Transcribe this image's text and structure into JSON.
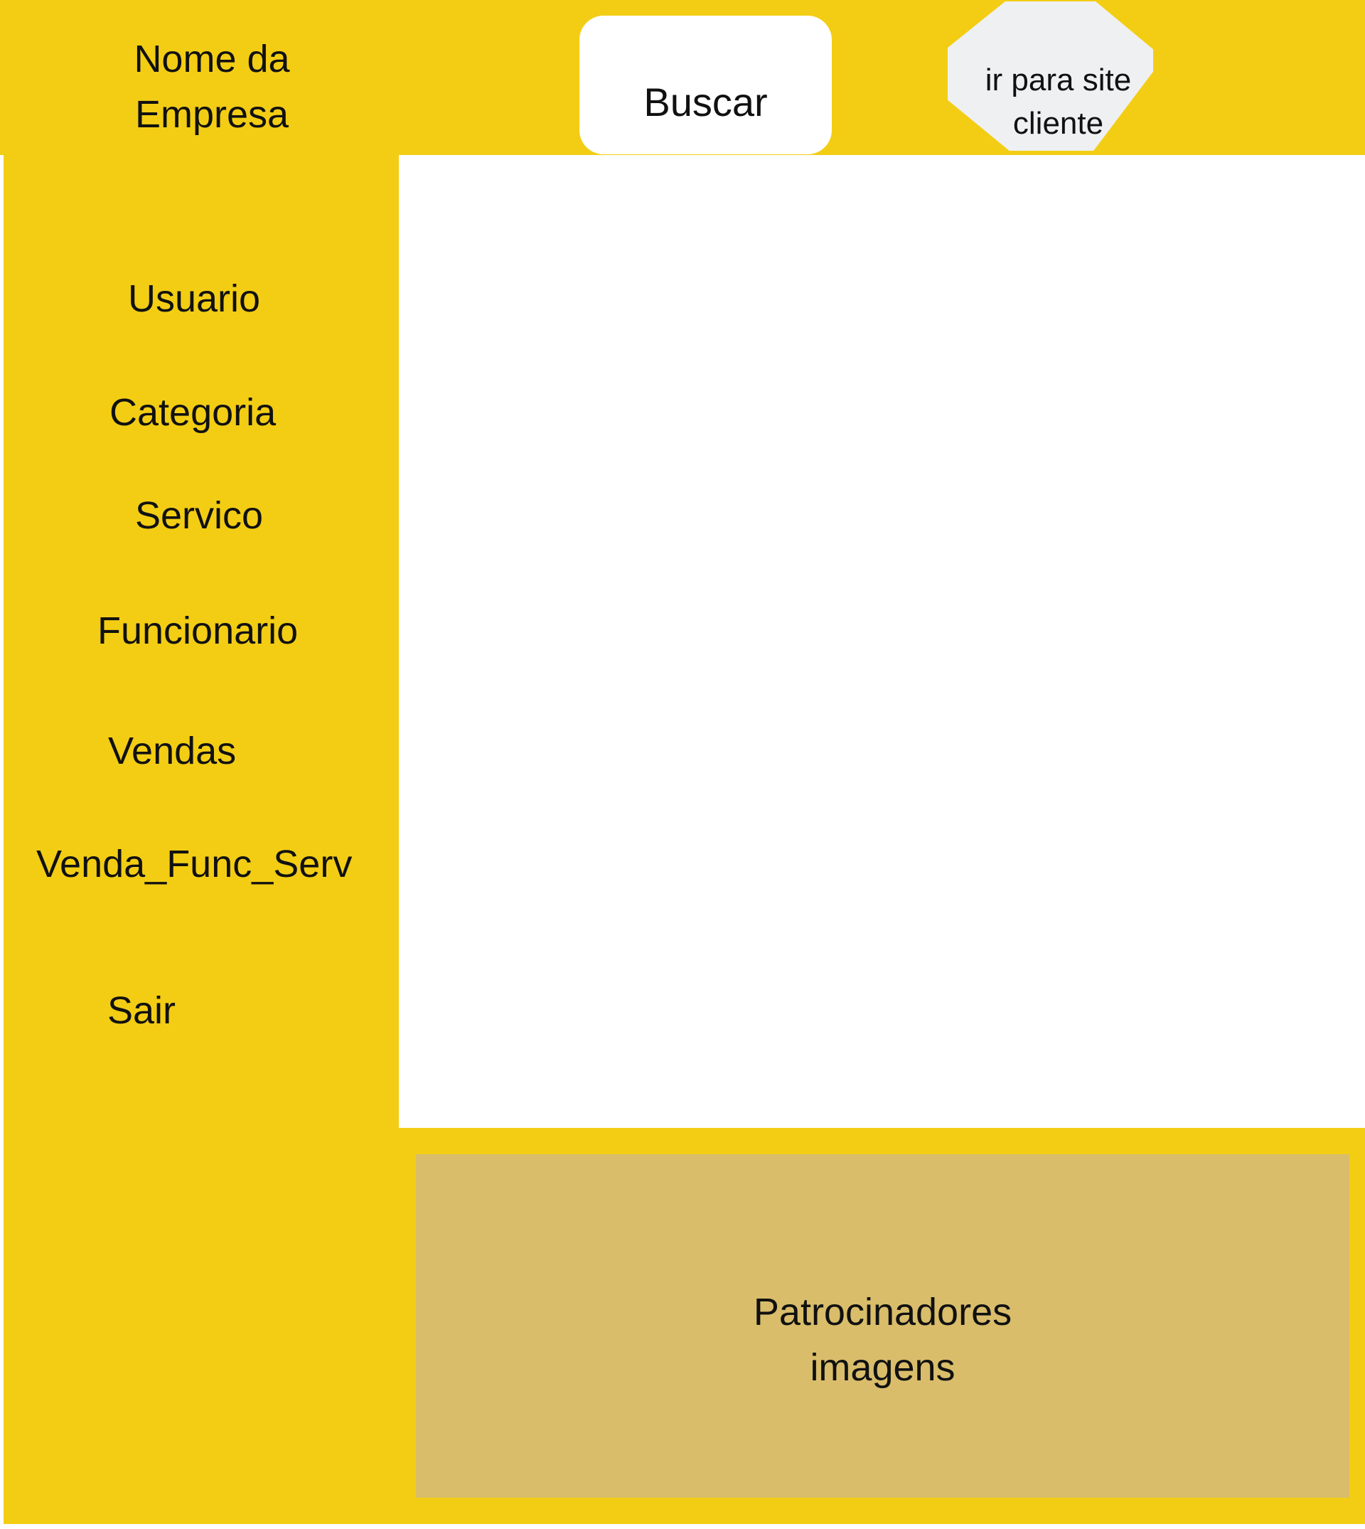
{
  "header": {
    "company_name": "Nome da\nEmpresa",
    "search_button_label": "Buscar",
    "client_site_button_label": "ir para site\ncliente"
  },
  "sidebar": {
    "items": [
      {
        "label": "Usuario"
      },
      {
        "label": "Categoria"
      },
      {
        "label": "Servico"
      },
      {
        "label": "Funcionario"
      },
      {
        "label": "Vendas"
      },
      {
        "label": "Venda_Func_Serv"
      },
      {
        "label": "Sair"
      }
    ]
  },
  "footer": {
    "sponsors_label": "Patrocinadores\nimagens"
  },
  "colors": {
    "accent_yellow": "#F3CD14",
    "sponsor_panel": "#D9BD6B",
    "client_button_bg": "#EFF0F2",
    "text": "#111111"
  }
}
